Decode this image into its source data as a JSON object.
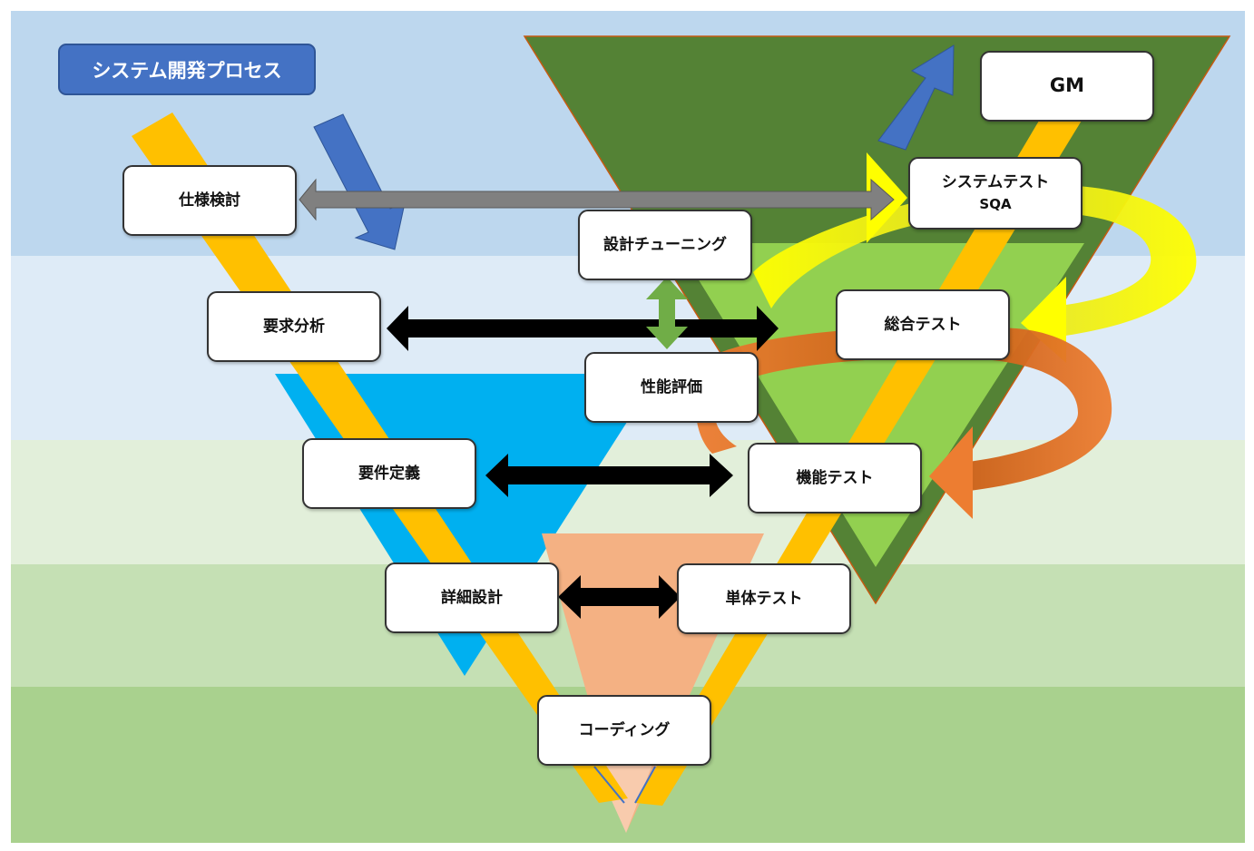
{
  "title": "システム開発プロセス",
  "boxes": {
    "spec_review": "仕様検討",
    "requirements_analysis": "要求分析",
    "requirements_definition": "要件定義",
    "detailed_design": "詳細設計",
    "coding": "コーディング",
    "design_tuning": "設計チューニング",
    "performance_evaluation": "性能評価",
    "gm": "GM",
    "system_test": "システムテスト",
    "system_test_sub": "SQA",
    "integration_test": "総合テスト",
    "function_test": "機能テスト",
    "unit_test": "単体テスト"
  },
  "colors": {
    "band_sky": "#bdd7ee",
    "band_light_blue": "#deebf7",
    "band_pale_green": "#e2efda",
    "band_light_green": "#c5e0b4",
    "band_green": "#a9d18e",
    "triangle_dark_green": "#548235",
    "triangle_light_green": "#92d050",
    "triangle_cyan": "#00b0f0",
    "triangle_salmon": "#f4b183",
    "v_band_orange": "#ffc000",
    "arrow_blue": "#4472c4",
    "arrow_gray": "#808080",
    "arrow_black": "#000000",
    "arrow_green": "#70ad47",
    "loop_yellow": "#ffff00",
    "loop_orange": "#ed7d31"
  }
}
